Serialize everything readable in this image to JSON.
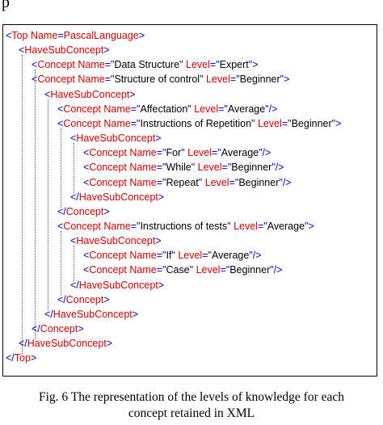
{
  "top_fragment": "p",
  "xml_lines": [
    {
      "indent": 0,
      "pre": "<",
      "tag": "Top",
      "attrs": [
        {
          "name": "Name",
          "val": "PascalLanguage",
          "quoted": false
        }
      ],
      "close": ">"
    },
    {
      "indent": 1,
      "pre": "<",
      "tag": "HaveSubConcept",
      "attrs": [],
      "close": ">"
    },
    {
      "indent": 2,
      "pre": "<",
      "tag": "Concept",
      "attrs": [
        {
          "name": "Name",
          "val": "Data Structure",
          "quoted": true
        },
        {
          "name": "Level",
          "val": "Expert",
          "quoted": true
        }
      ],
      "close": ">"
    },
    {
      "indent": 2,
      "pre": "<",
      "tag": "Concept",
      "attrs": [
        {
          "name": "Name",
          "val": "Structure of control",
          "quoted": true
        },
        {
          "name": "Level",
          "val": "Beginner",
          "quoted": true
        }
      ],
      "close": ">"
    },
    {
      "indent": 3,
      "pre": "<",
      "tag": "HaveSubConcept",
      "attrs": [],
      "close": ">"
    },
    {
      "indent": 4,
      "pre": "<",
      "tag": "Concept",
      "attrs": [
        {
          "name": "Name",
          "val": "Affectation",
          "quoted": true
        },
        {
          "name": "Level",
          "val": "Average",
          "quoted": true
        }
      ],
      "close": "/>"
    },
    {
      "indent": 4,
      "pre": "<",
      "tag": "Concept",
      "attrs": [
        {
          "name": "Name",
          "val": "Instructions of Repetition",
          "quoted": true
        },
        {
          "name": "Level",
          "val": "Beginner",
          "quoted": true
        }
      ],
      "close": ">"
    },
    {
      "indent": 5,
      "pre": "<",
      "tag": "HaveSubConcept",
      "attrs": [],
      "close": ">"
    },
    {
      "indent": 6,
      "pre": "<",
      "tag": "Concept",
      "attrs": [
        {
          "name": "Name",
          "val": "For",
          "quoted": true
        },
        {
          "name": "Level",
          "val": "Average",
          "quoted": true
        }
      ],
      "close": "/>"
    },
    {
      "indent": 6,
      "pre": "<",
      "tag": "Concept",
      "attrs": [
        {
          "name": "Name",
          "val": "While",
          "quoted": true
        },
        {
          "name": "Level",
          "val": "Beginner",
          "quoted": true
        }
      ],
      "close": "/>"
    },
    {
      "indent": 6,
      "pre": "<",
      "tag": "Concept",
      "attrs": [
        {
          "name": "Name",
          "val": "Repeat",
          "quoted": true
        },
        {
          "name": "Level",
          "val": "Beginner",
          "quoted": true
        }
      ],
      "close": "/>"
    },
    {
      "indent": 5,
      "pre": "</",
      "tag": "HaveSubConcept",
      "attrs": [],
      "close": ">"
    },
    {
      "indent": 4,
      "pre": "</",
      "tag": "Concept",
      "attrs": [],
      "close": ">"
    },
    {
      "indent": 4,
      "pre": "<",
      "tag": "Concept",
      "attrs": [
        {
          "name": "Name",
          "val": "Instructions of tests",
          "quoted": true
        },
        {
          "name": "Level",
          "val": "Average",
          "quoted": true
        }
      ],
      "close": ">"
    },
    {
      "indent": 5,
      "pre": "<",
      "tag": "HaveSubConcept",
      "attrs": [],
      "close": ">"
    },
    {
      "indent": 6,
      "pre": "<",
      "tag": "Concept",
      "attrs": [
        {
          "name": "Name",
          "val": "If",
          "quoted": true
        },
        {
          "name": "Level",
          "val": "Average",
          "quoted": true
        }
      ],
      "close": "/>"
    },
    {
      "indent": 6,
      "pre": "<",
      "tag": "Concept",
      "attrs": [
        {
          "name": "Name",
          "val": "Case",
          "quoted": true
        },
        {
          "name": "Level",
          "val": "Beginner",
          "quoted": true
        }
      ],
      "close": "/>"
    },
    {
      "indent": 5,
      "pre": "</",
      "tag": "HaveSubConcept",
      "attrs": [],
      "close": ">"
    },
    {
      "indent": 4,
      "pre": "</",
      "tag": "Concept",
      "attrs": [],
      "close": ">"
    },
    {
      "indent": 3,
      "pre": "</",
      "tag": "HaveSubConcept",
      "attrs": [],
      "close": ">"
    },
    {
      "indent": 2,
      "pre": "</",
      "tag": "Concept",
      "attrs": [],
      "close": ">"
    },
    {
      "indent": 1,
      "pre": "</",
      "tag": "HaveSubConcept",
      "attrs": [],
      "close": ">"
    },
    {
      "indent": 0,
      "pre": "</",
      "tag": "Top",
      "attrs": [],
      "close": ">"
    }
  ],
  "caption": {
    "line1": "Fig.  6 The representation of the levels of knowledge for each",
    "line2": "concept retained in XML"
  }
}
